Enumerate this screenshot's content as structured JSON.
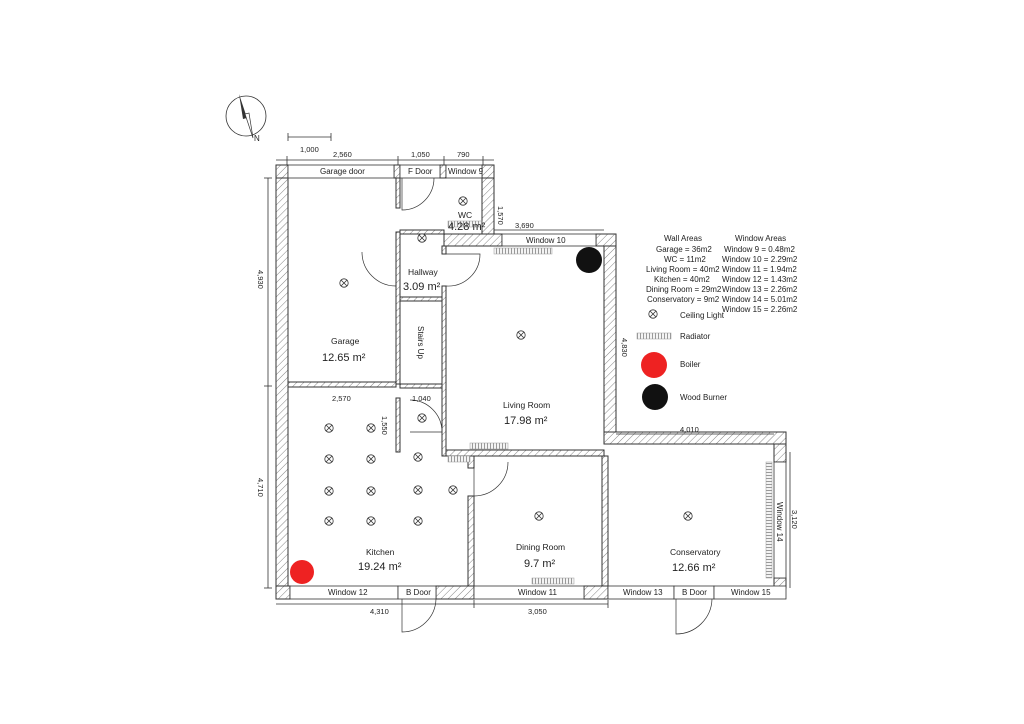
{
  "north": "N",
  "scale_label": "1,000",
  "dimensions": {
    "garage_width": "2,560",
    "fdoor_width": "1,050",
    "window9_width": "790",
    "wc_depth": "1,570",
    "living_width": "3,690",
    "left_upper": "4,930",
    "left_lower": "4,710",
    "garage_kitchen": "2,570",
    "hall_lower": "1,040",
    "stairs_height": "1,550",
    "living_height": "4,830",
    "conservatory_width": "4,010",
    "conservatory_height": "3,120",
    "kitchen_width": "4,310",
    "dining_width": "3,050"
  },
  "openings": {
    "garage_door": "Garage door",
    "f_door": "F Door",
    "window9": "Window 9",
    "window10": "Window 10",
    "window11": "Window 11",
    "window12": "Window 12",
    "window13": "Window 13",
    "window14": "Window 14",
    "window15": "Window 15",
    "b_door_kitchen": "B Door",
    "b_door_conservatory": "B Door"
  },
  "rooms": {
    "garage": {
      "name": "Garage",
      "area": "12.65 m²"
    },
    "wc": {
      "name": "WC",
      "area": "4.28 m²"
    },
    "hallway": {
      "name": "Hallway",
      "area": "3.09 m²"
    },
    "stairs": {
      "name": "Stairs Up"
    },
    "living": {
      "name": "Living Room",
      "area": "17.98 m²"
    },
    "kitchen": {
      "name": "Kitchen",
      "area": "19.24 m²"
    },
    "dining": {
      "name": "Dining Room",
      "area": "9.7 m²"
    },
    "conservatory": {
      "name": "Conservatory",
      "area": "12.66 m²"
    }
  },
  "wall_areas": {
    "title": "Wall Areas",
    "items": [
      "Garage = 36m2",
      "WC = 11m2",
      "Living Room = 40m2",
      "Kitchen = 40m2",
      "Dining Room = 29m2",
      "Conservatory = 9m2"
    ]
  },
  "window_areas": {
    "title": "Window Areas",
    "items": [
      "Window 9 = 0.48m2",
      "Window 10 = 2.29m2",
      "Window 11 = 1.94m2",
      "Window 12 = 1.43m2",
      "Window 13 = 2.26m2",
      "Window 14 = 5.01m2",
      "Window 15 = 2.26m2"
    ]
  },
  "legend": {
    "ceiling_light": "Ceiling Light",
    "radiator": "Radiator",
    "boiler": "Boiler",
    "wood_burner": "Wood Burner"
  },
  "colors": {
    "boiler": "#ee2222",
    "wood_burner": "#111111",
    "wall_line": "#333333"
  }
}
